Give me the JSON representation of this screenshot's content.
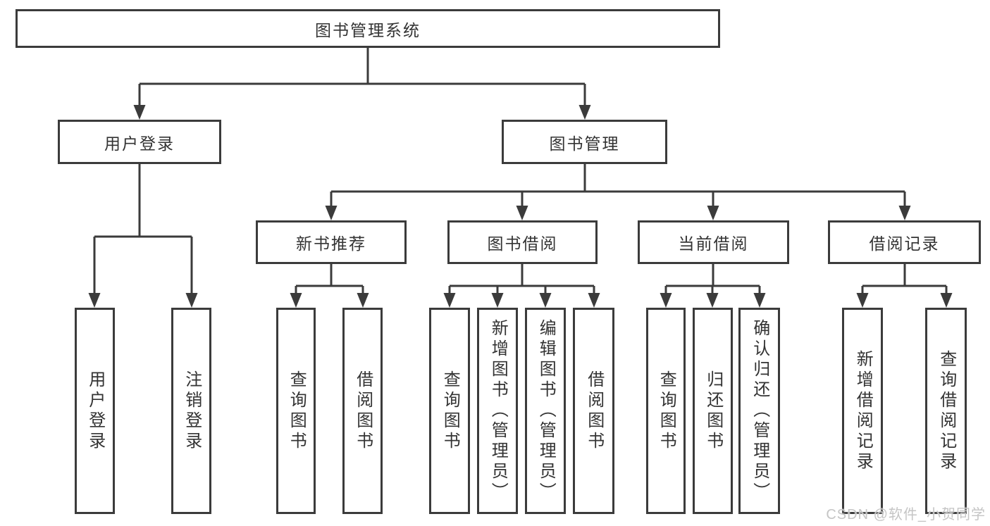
{
  "tree": {
    "label": "图书管理系统",
    "children": [
      {
        "label": "用户登录",
        "children": [
          {
            "label": "用户登录"
          },
          {
            "label": "注销登录"
          }
        ]
      },
      {
        "label": "图书管理",
        "children": [
          {
            "label": "新书推荐",
            "children": [
              {
                "label": "查询图书"
              },
              {
                "label": "借阅图书"
              }
            ]
          },
          {
            "label": "图书借阅",
            "children": [
              {
                "label": "查询图书"
              },
              {
                "label": "新增图书（管理员）"
              },
              {
                "label": "编辑图书（管理员）"
              },
              {
                "label": "借阅图书"
              }
            ]
          },
          {
            "label": "当前借阅",
            "children": [
              {
                "label": "查询图书"
              },
              {
                "label": "归还图书"
              },
              {
                "label": "确认归还（管理员）"
              }
            ]
          },
          {
            "label": "借阅记录",
            "children": [
              {
                "label": "新增借阅记录"
              },
              {
                "label": "查询借阅记录"
              }
            ]
          }
        ]
      }
    ]
  },
  "watermark": "CSDN @软件_小贺同学",
  "colors": {
    "line": "#3b3b3b",
    "text": "#333333",
    "background": "#ffffff",
    "watermark": "#c5c5c5"
  }
}
